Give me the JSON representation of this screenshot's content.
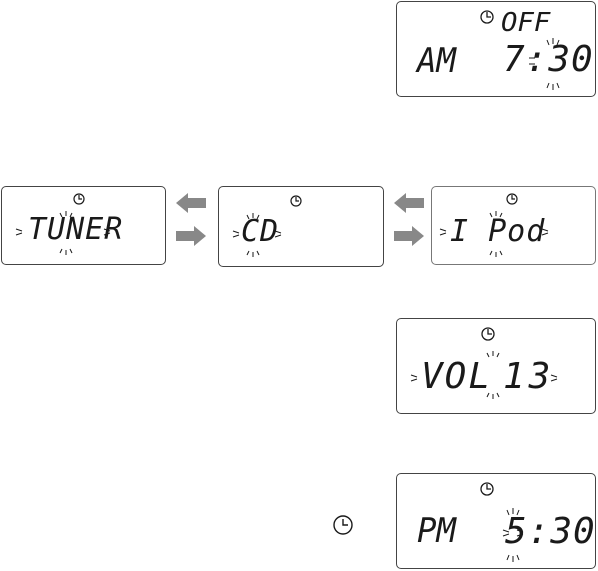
{
  "displays": {
    "alarm_time": {
      "status": "OFF",
      "period": "AM",
      "time": "7:30"
    },
    "source_tuner": {
      "label": "TUNER"
    },
    "source_cd": {
      "label": "CD"
    },
    "source_ipod": {
      "label": "I Pod"
    },
    "volume": {
      "label": "VOL",
      "value": "13"
    },
    "alarm_time_pm": {
      "period": "PM",
      "time": "5:30"
    }
  },
  "icons": {
    "panel_clock": "clock-icon",
    "arrow_left": "arrow-left-icon",
    "arrow_right": "arrow-right-icon",
    "blink": "blink-marks-icon"
  },
  "colors": {
    "lcd_text": "#1a1a1a",
    "border": "#444444",
    "arrow": "#888888"
  }
}
